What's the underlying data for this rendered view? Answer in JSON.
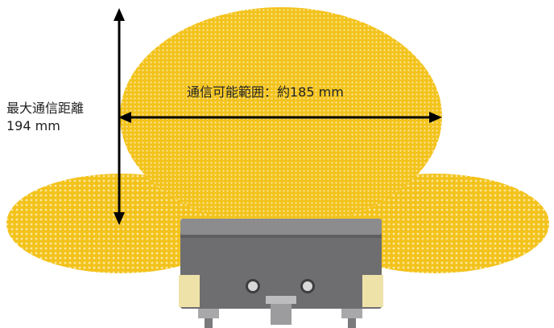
{
  "labels": {
    "max_distance_title": "最大通信距離",
    "max_distance_value": "194 mm",
    "range_label": "通信可能範囲：約185 mm"
  },
  "colors": {
    "coverage": "#F5C518",
    "coverage_pattern": "#FBE48A",
    "arrow": "#000000",
    "device_body": "#6E6E70",
    "device_top": "#8A8A8C",
    "device_bracket": "#F2E3A6"
  }
}
